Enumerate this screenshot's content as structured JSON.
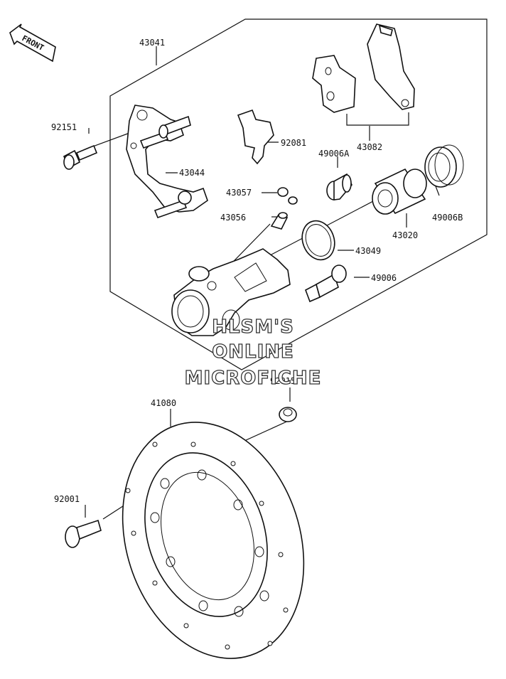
{
  "front_label": "FRONT",
  "watermark": [
    "HLSM'S",
    "ONLINE",
    "MICROFICHE"
  ],
  "parts": {
    "p43041": "43041",
    "p92151": "92151",
    "p43044": "43044",
    "p92081": "92081",
    "p43082": "43082",
    "p49006A": "49006A",
    "p43057": "43057",
    "p43056": "43056",
    "p49006B": "49006B",
    "p43020": "43020",
    "p43049": "43049",
    "p49006": "49006",
    "p92015": "92015",
    "p41080": "41080",
    "p92001": "92001"
  }
}
